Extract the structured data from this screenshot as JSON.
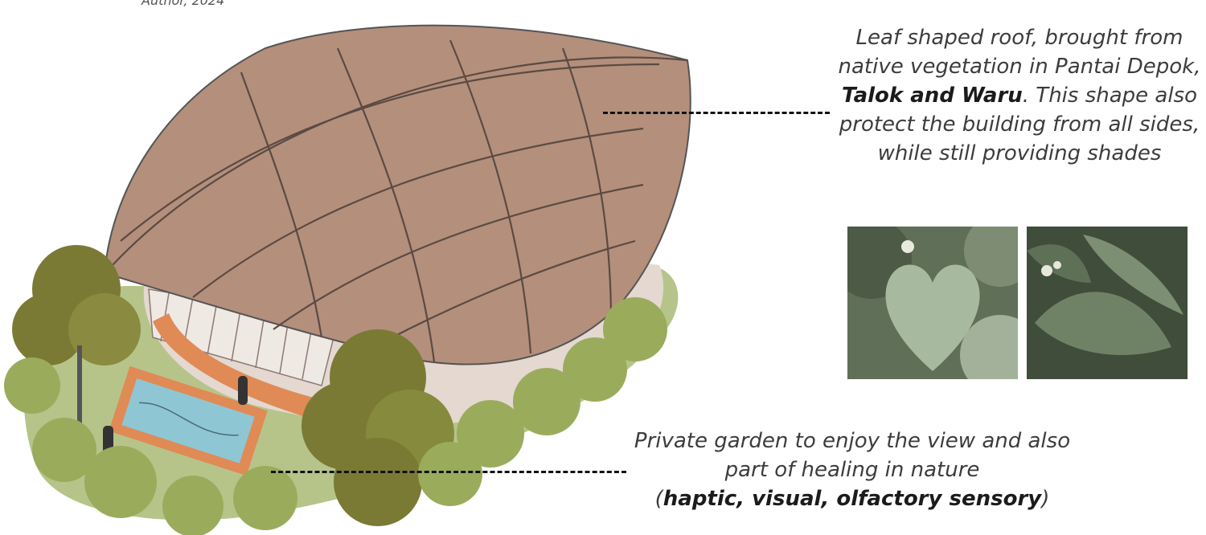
{
  "credit": "Author, 2024",
  "roof_note": {
    "lead": "Leaf shaped roof, brought from native vegetation in Pantai Depok, ",
    "emphasis": "Talok and Waru",
    "tail": ". This shape also protect the building from all sides, while still providing shades"
  },
  "garden_note": {
    "lead": "Private garden to enjoy the view and also part of healing in nature",
    "paren_open": "(",
    "emphasis": "haptic, visual, olfactory sensory",
    "paren_close": ")"
  },
  "colors": {
    "roof": "#b48f7c",
    "roof_lines": "#5b4a43",
    "garden": "#b6c48a",
    "tree_dark": "#7a7a35",
    "tree_light": "#9aac5c",
    "pool_water": "#8fc6d3",
    "pool_edge": "#e08a56",
    "leaf_green": "#8ea57e"
  }
}
